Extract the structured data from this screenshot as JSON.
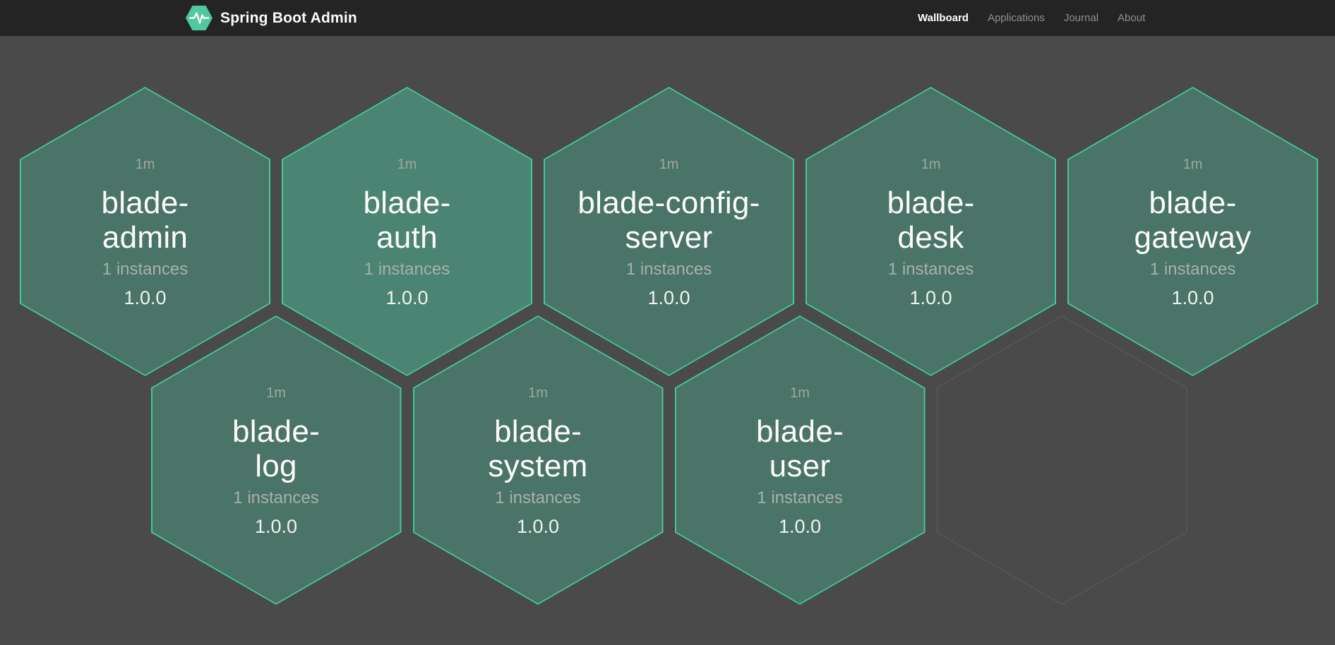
{
  "navbar": {
    "brand": "Spring Boot Admin",
    "items": [
      {
        "label": "Wallboard",
        "active": true
      },
      {
        "label": "Applications",
        "active": false
      },
      {
        "label": "Journal",
        "active": false
      },
      {
        "label": "About",
        "active": false
      }
    ]
  },
  "wallboard": {
    "colors": {
      "background": "#4a4a4a",
      "tile_fill": "#4a7467",
      "tile_fill_fresh": "#4b8472",
      "tile_border": "#41c89b",
      "empty_border": "#5e5e5e",
      "logo_fill": "#4fc8a0"
    },
    "tiles": [
      {
        "name": "blade-admin",
        "name_lines": [
          "blade-",
          "admin"
        ],
        "uptime": "1m",
        "instances": "1 instances",
        "version": "1.0.0",
        "state": "up",
        "fresh": false,
        "row": 0,
        "col": 0
      },
      {
        "name": "blade-auth",
        "name_lines": [
          "blade-",
          "auth"
        ],
        "uptime": "1m",
        "instances": "1 instances",
        "version": "1.0.0",
        "state": "up",
        "fresh": true,
        "row": 0,
        "col": 1
      },
      {
        "name": "blade-config-server",
        "name_lines": [
          "blade-config-",
          "server"
        ],
        "uptime": "1m",
        "instances": "1 instances",
        "version": "1.0.0",
        "state": "up",
        "fresh": false,
        "row": 0,
        "col": 2
      },
      {
        "name": "blade-desk",
        "name_lines": [
          "blade-",
          "desk"
        ],
        "uptime": "1m",
        "instances": "1 instances",
        "version": "1.0.0",
        "state": "up",
        "fresh": false,
        "row": 0,
        "col": 3
      },
      {
        "name": "blade-gateway",
        "name_lines": [
          "blade-",
          "gateway"
        ],
        "uptime": "1m",
        "instances": "1 instances",
        "version": "1.0.0",
        "state": "up",
        "fresh": false,
        "row": 0,
        "col": 4
      },
      {
        "name": "blade-log",
        "name_lines": [
          "blade-",
          "log"
        ],
        "uptime": "1m",
        "instances": "1 instances",
        "version": "1.0.0",
        "state": "up",
        "fresh": false,
        "row": 1,
        "col": 0
      },
      {
        "name": "blade-system",
        "name_lines": [
          "blade-",
          "system"
        ],
        "uptime": "1m",
        "instances": "1 instances",
        "version": "1.0.0",
        "state": "up",
        "fresh": false,
        "row": 1,
        "col": 1
      },
      {
        "name": "blade-user",
        "name_lines": [
          "blade-",
          "user"
        ],
        "uptime": "1m",
        "instances": "1 instances",
        "version": "1.0.0",
        "state": "up",
        "fresh": false,
        "row": 1,
        "col": 2
      },
      {
        "name": "",
        "name_lines": [],
        "uptime": "",
        "instances": "",
        "version": "",
        "state": "empty",
        "fresh": false,
        "row": 1,
        "col": 3
      }
    ]
  }
}
